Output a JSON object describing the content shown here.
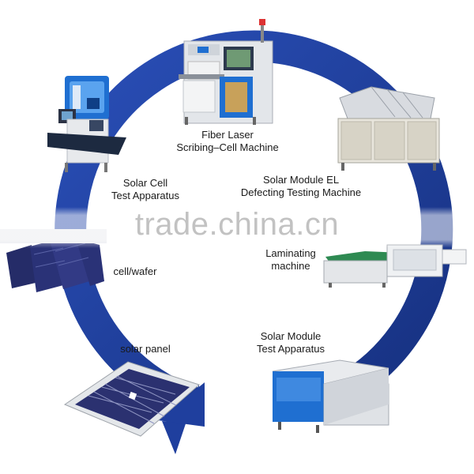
{
  "colors": {
    "ring": "#1f3f9e",
    "ring_dark": "#172f7c",
    "machine_body": "#d9dde3",
    "machine_accent": "#1f6fd1",
    "panel_cell": "#2b3170"
  },
  "stages": [
    {
      "id": "fiber-laser",
      "line1": "Fiber Laser",
      "line2": "Scribing–Cell Machine"
    },
    {
      "id": "el-testing",
      "line1": "Solar Module EL",
      "line2": "Defecting Testing Machine"
    },
    {
      "id": "laminating",
      "line1": "Laminating",
      "line2": "machine"
    },
    {
      "id": "module-test",
      "line1": "Solar Module",
      "line2": "Test Apparatus"
    },
    {
      "id": "solar-panel",
      "line1": "solar panel",
      "line2": ""
    },
    {
      "id": "cell-wafer",
      "line1": "cell/wafer",
      "line2": ""
    },
    {
      "id": "cell-test",
      "line1": "Solar Cell",
      "line2": "Test Apparatus"
    }
  ],
  "watermark": "trade.china.cn",
  "flow_direction": "clockwise"
}
